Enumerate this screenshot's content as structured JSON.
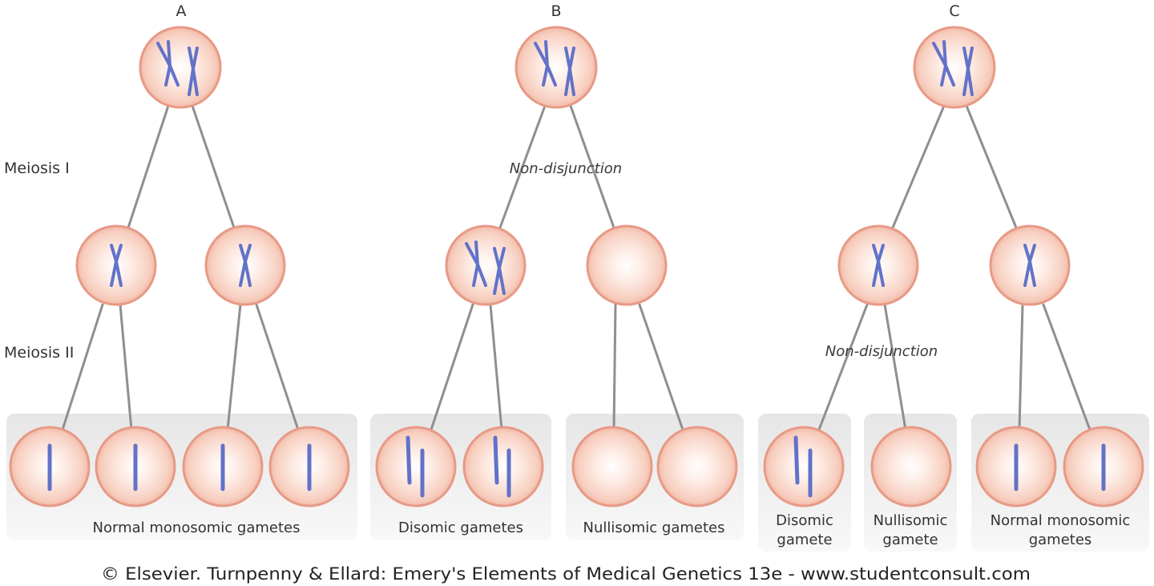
{
  "panels": [
    {
      "letter": "A"
    },
    {
      "letter": "B",
      "event": "Non-disjunction"
    },
    {
      "letter": "C",
      "event": "Non-disjunction"
    }
  ],
  "stages": {
    "meiosis1": "Meiosis I",
    "meiosis2": "Meiosis II"
  },
  "groups": {
    "a_normal": "Normal monosomic gametes",
    "b_disomic": "Disomic gametes",
    "b_nullisomic": "Nullisomic gametes",
    "c_disomic_1": "Disomic",
    "c_disomic_2": "gamete",
    "c_nullisomic_1": "Nullisomic",
    "c_nullisomic_2": "gamete",
    "c_normal_1": "Normal monosomic",
    "c_normal_2": "gametes"
  },
  "credit": "© Elsevier. Turnpenny & Ellard: Emery's Elements of Medical Genetics 13e - www.studentconsult.com",
  "colors": {
    "cell_rim": "#e79a86",
    "cell_fill": "#f9d7cb",
    "cell_center": "#ffffff",
    "chromosome": "#6272c9",
    "line": "#8f8f8f",
    "gamete_box": "#ececec"
  }
}
